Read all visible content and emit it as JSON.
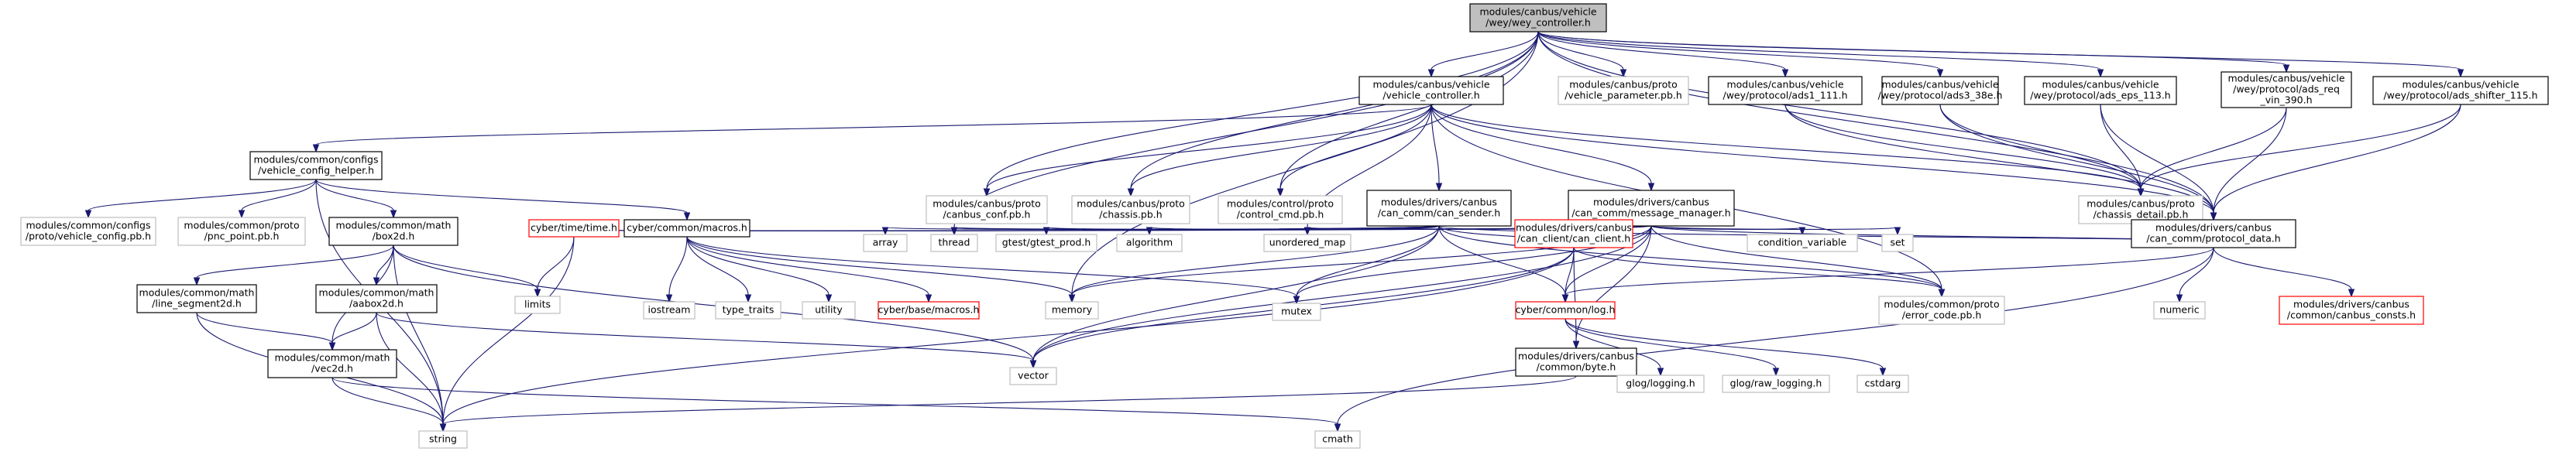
{
  "nodes": {
    "root": [
      "modules/canbus/vehicle",
      "/wey/wey_controller.h"
    ],
    "vc": [
      "modules/canbus/vehicle",
      "/vehicle_controller.h"
    ],
    "veh_param": [
      "modules/canbus/proto",
      "/vehicle_parameter.pb.h"
    ],
    "ads1": [
      "modules/canbus/vehicle",
      "/wey/protocol/ads1_111.h"
    ],
    "ads3": [
      "modules/canbus/vehicle",
      "/wey/protocol/ads3_38e.h"
    ],
    "eps": [
      "modules/canbus/vehicle",
      "/wey/protocol/ads_eps_113.h"
    ],
    "req": [
      "modules/canbus/vehicle",
      "/wey/protocol/ads_req",
      "_vin_390.h"
    ],
    "shifter": [
      "modules/canbus/vehicle",
      "/wey/protocol/ads_shifter_115.h"
    ],
    "cfg_helper": [
      "modules/common/configs",
      "/vehicle_config_helper.h"
    ],
    "canbus_conf": [
      "modules/canbus/proto",
      "/canbus_conf.pb.h"
    ],
    "chassis": [
      "modules/canbus/proto",
      "/chassis.pb.h"
    ],
    "control_cmd": [
      "modules/control/proto",
      "/control_cmd.pb.h"
    ],
    "can_sender": [
      "modules/drivers/canbus",
      "/can_comm/can_sender.h"
    ],
    "msg_mgr": [
      "modules/drivers/canbus",
      "/can_comm/message_manager.h"
    ],
    "chassis_detail": [
      "modules/canbus/proto",
      "/chassis_detail.pb.h"
    ],
    "veh_config": [
      "modules/common/configs",
      "/proto/vehicle_config.pb.h"
    ],
    "pnc_point": [
      "modules/common/proto",
      "/pnc_point.pb.h"
    ],
    "box2d": [
      "modules/common/math",
      "/box2d.h"
    ],
    "time": [
      "cyber/time/time.h"
    ],
    "macros": [
      "cyber/common/macros.h"
    ],
    "array": [
      "array"
    ],
    "thread": [
      "thread"
    ],
    "gtest": [
      "gtest/gtest_prod.h"
    ],
    "algorithm": [
      "algorithm"
    ],
    "umap": [
      "unordered_map"
    ],
    "can_client": [
      "modules/drivers/canbus",
      "/can_client/can_client.h"
    ],
    "condvar": [
      "condition_variable"
    ],
    "set": [
      "set"
    ],
    "protocol_data": [
      "modules/drivers/canbus",
      "/can_comm/protocol_data.h"
    ],
    "limits": [
      "limits"
    ],
    "line_seg": [
      "modules/common/math",
      "/line_segment2d.h"
    ],
    "aabox": [
      "modules/common/math",
      "/aabox2d.h"
    ],
    "iostream": [
      "iostream"
    ],
    "type_traits": [
      "type_traits"
    ],
    "utility": [
      "utility"
    ],
    "base_macros": [
      "cyber/base/macros.h"
    ],
    "memory": [
      "memory"
    ],
    "mutex": [
      "mutex"
    ],
    "log": [
      "cyber/common/log.h"
    ],
    "error_code": [
      "modules/common/proto",
      "/error_code.pb.h"
    ],
    "numeric": [
      "numeric"
    ],
    "canbus_consts": [
      "modules/drivers/canbus",
      "/common/canbus_consts.h"
    ],
    "byte": [
      "modules/drivers/canbus",
      "/common/byte.h"
    ],
    "vec2d": [
      "modules/common/math",
      "/vec2d.h"
    ],
    "vector": [
      "vector"
    ],
    "glog": [
      "glog/logging.h"
    ],
    "raw_logging": [
      "glog/raw_logging.h"
    ],
    "cstdarg": [
      "cstdarg"
    ],
    "string": [
      "string"
    ],
    "cmath": [
      "cmath"
    ]
  },
  "node_styles": {
    "root": "root",
    "veh_param": "external",
    "canbus_conf": "external",
    "chassis": "external",
    "control_cmd": "external",
    "chassis_detail": "external",
    "veh_config": "external",
    "pnc_point": "external",
    "array": "external",
    "thread": "external",
    "gtest": "external",
    "algorithm": "external",
    "umap": "external",
    "condvar": "external",
    "set": "external",
    "limits": "external",
    "iostream": "external",
    "type_traits": "external",
    "utility": "external",
    "memory": "external",
    "mutex": "external",
    "error_code": "external",
    "numeric": "external",
    "vector": "external",
    "glog": "external",
    "raw_logging": "external",
    "cstdarg": "external",
    "string": "external",
    "cmath": "external",
    "time": "truncated",
    "base_macros": "truncated",
    "log": "truncated",
    "can_client": "truncated",
    "canbus_consts": "truncated"
  },
  "edges": [
    [
      "root",
      "vc"
    ],
    [
      "root",
      "veh_param"
    ],
    [
      "root",
      "ads1"
    ],
    [
      "root",
      "ads3"
    ],
    [
      "root",
      "eps"
    ],
    [
      "root",
      "req"
    ],
    [
      "root",
      "shifter"
    ],
    [
      "root",
      "canbus_conf"
    ],
    [
      "root",
      "chassis"
    ],
    [
      "root",
      "control_cmd"
    ],
    [
      "root",
      "chassis_detail"
    ],
    [
      "root",
      "protocol_data"
    ],
    [
      "root",
      "thread"
    ],
    [
      "root",
      "memory"
    ],
    [
      "vc",
      "cfg_helper"
    ],
    [
      "vc",
      "canbus_conf"
    ],
    [
      "vc",
      "chassis"
    ],
    [
      "vc",
      "control_cmd"
    ],
    [
      "vc",
      "can_sender"
    ],
    [
      "vc",
      "msg_mgr"
    ],
    [
      "vc",
      "chassis_detail"
    ],
    [
      "vc",
      "protocol_data"
    ],
    [
      "vc",
      "error_code"
    ],
    [
      "vc",
      "umap"
    ],
    [
      "ads1",
      "chassis_detail"
    ],
    [
      "ads1",
      "protocol_data"
    ],
    [
      "ads3",
      "chassis_detail"
    ],
    [
      "ads3",
      "protocol_data"
    ],
    [
      "eps",
      "chassis_detail"
    ],
    [
      "eps",
      "protocol_data"
    ],
    [
      "req",
      "chassis_detail"
    ],
    [
      "req",
      "protocol_data"
    ],
    [
      "shifter",
      "chassis_detail"
    ],
    [
      "shifter",
      "protocol_data"
    ],
    [
      "cfg_helper",
      "veh_config"
    ],
    [
      "cfg_helper",
      "pnc_point"
    ],
    [
      "cfg_helper",
      "box2d"
    ],
    [
      "cfg_helper",
      "macros"
    ],
    [
      "cfg_helper",
      "string"
    ],
    [
      "can_sender",
      "array"
    ],
    [
      "can_sender",
      "thread"
    ],
    [
      "can_sender",
      "gtest"
    ],
    [
      "can_sender",
      "algorithm"
    ],
    [
      "can_sender",
      "umap"
    ],
    [
      "can_sender",
      "can_client"
    ],
    [
      "can_sender",
      "protocol_data"
    ],
    [
      "can_sender",
      "time"
    ],
    [
      "can_sender",
      "macros"
    ],
    [
      "can_sender",
      "memory"
    ],
    [
      "can_sender",
      "mutex"
    ],
    [
      "can_sender",
      "log"
    ],
    [
      "can_sender",
      "vector"
    ],
    [
      "can_sender",
      "error_code"
    ],
    [
      "msg_mgr",
      "thread"
    ],
    [
      "msg_mgr",
      "umap"
    ],
    [
      "msg_mgr",
      "condvar"
    ],
    [
      "msg_mgr",
      "set"
    ],
    [
      "msg_mgr",
      "protocol_data"
    ],
    [
      "msg_mgr",
      "time"
    ],
    [
      "msg_mgr",
      "memory"
    ],
    [
      "msg_mgr",
      "mutex"
    ],
    [
      "msg_mgr",
      "log"
    ],
    [
      "msg_mgr",
      "vector"
    ],
    [
      "msg_mgr",
      "error_code"
    ],
    [
      "msg_mgr",
      "byte"
    ],
    [
      "box2d",
      "limits"
    ],
    [
      "box2d",
      "line_seg"
    ],
    [
      "box2d",
      "aabox"
    ],
    [
      "box2d",
      "vec2d"
    ],
    [
      "box2d",
      "vector"
    ],
    [
      "box2d",
      "string"
    ],
    [
      "line_seg",
      "vec2d"
    ],
    [
      "line_seg",
      "string"
    ],
    [
      "aabox",
      "vec2d"
    ],
    [
      "aabox",
      "vector"
    ],
    [
      "aabox",
      "string"
    ],
    [
      "vec2d",
      "string"
    ],
    [
      "vec2d",
      "cmath"
    ],
    [
      "time",
      "limits"
    ],
    [
      "time",
      "string"
    ],
    [
      "macros",
      "iostream"
    ],
    [
      "macros",
      "type_traits"
    ],
    [
      "macros",
      "utility"
    ],
    [
      "macros",
      "base_macros"
    ],
    [
      "macros",
      "memory"
    ],
    [
      "macros",
      "mutex"
    ],
    [
      "can_client",
      "byte"
    ],
    [
      "can_client",
      "log"
    ],
    [
      "can_client",
      "error_code"
    ],
    [
      "can_client",
      "vector"
    ],
    [
      "can_client",
      "string"
    ],
    [
      "protocol_data",
      "log"
    ],
    [
      "protocol_data",
      "numeric"
    ],
    [
      "protocol_data",
      "canbus_consts"
    ],
    [
      "protocol_data",
      "cmath"
    ],
    [
      "log",
      "glog"
    ],
    [
      "log",
      "raw_logging"
    ],
    [
      "log",
      "cstdarg"
    ],
    [
      "byte",
      "string"
    ]
  ]
}
